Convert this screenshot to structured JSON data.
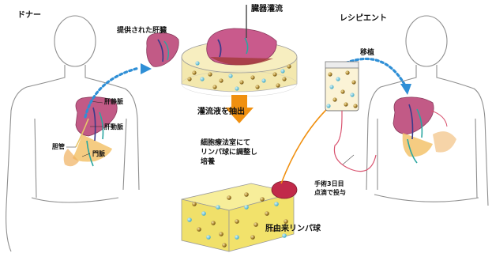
{
  "donor": "ドナー",
  "recipient": "レシピエント",
  "provided_liver": "提供された肝臓",
  "organ_perfusion": "臓器灌流",
  "extract_perfusate": "灌流液を抽出",
  "cell_therapy_room": [
    "細胞療法室にて",
    "リンパ球に調整し",
    "培養"
  ],
  "transplant": "移植",
  "infusion": [
    "手術3日目",
    "点滴で投与"
  ],
  "liver_lymphocytes": "肝由来リンパ球",
  "hepatic_vein": "肝静脈",
  "hepatic_artery": "肝動脈",
  "bile_duct": "胆管",
  "portal_vein": "門脈",
  "colors": {
    "liver": "#c25a86",
    "arrow_blue": "#2f8fd6",
    "arrow_orange": "#f09010",
    "bile": "#e8c76a",
    "culture": "#f2e26b",
    "bag_tube": "#d9536f"
  }
}
